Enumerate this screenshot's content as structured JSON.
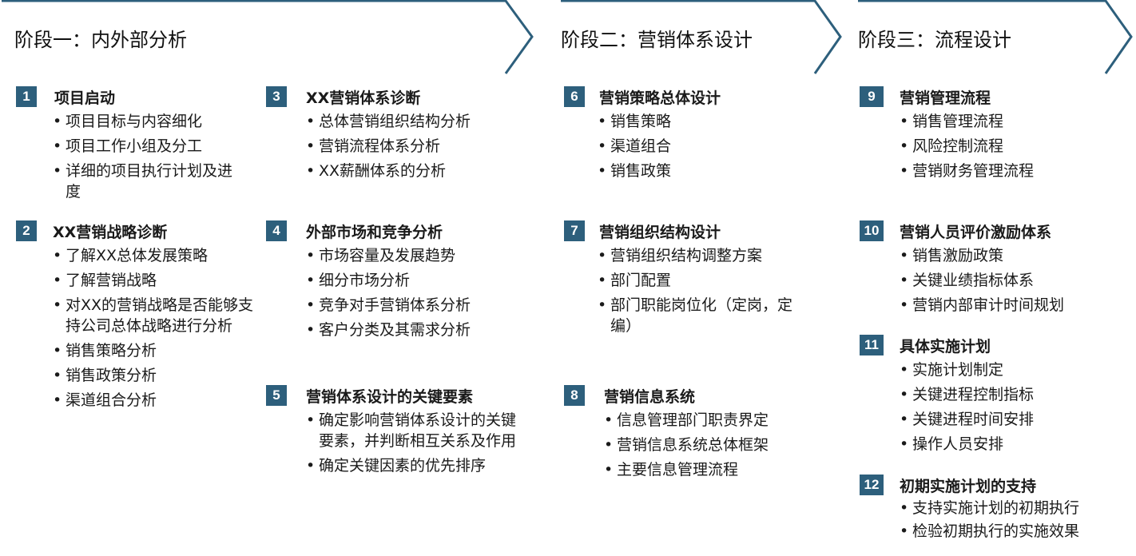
{
  "phases": [
    {
      "title": "阶段一：内外部分析"
    },
    {
      "title": "阶段二：营销体系设计"
    },
    {
      "title": "阶段三：流程设计"
    }
  ],
  "steps": [
    {
      "num": "1",
      "title": "项目启动",
      "items": [
        "项目目标与内容细化",
        "项目工作小组及分工",
        "详细的项目执行计划及进度"
      ]
    },
    {
      "num": "2",
      "title": "XX营销战略诊断",
      "items": [
        "了解XX总体发展策略",
        "了解营销战略",
        "对XX的营销战略是否能够支持公司总体战略进行分析",
        "销售策略分析",
        "销售政策分析",
        "渠道组合分析"
      ]
    },
    {
      "num": "3",
      "title": "XX营销体系诊断",
      "items": [
        "总体营销组织结构分析",
        "营销流程体系分析",
        "XX薪酬体系的分析"
      ]
    },
    {
      "num": "4",
      "title": "外部市场和竞争分析",
      "items": [
        "市场容量及发展趋势",
        "细分市场分析",
        "竞争对手营销体系分析",
        "客户分类及其需求分析"
      ]
    },
    {
      "num": "5",
      "title": "营销体系设计的关键要素",
      "items": [
        "确定影响营销体系设计的关键要素，并判断相互关系及作用",
        "确定关键因素的优先排序"
      ]
    },
    {
      "num": "6",
      "title": "营销策略总体设计",
      "items": [
        "销售策略",
        "渠道组合",
        "销售政策"
      ]
    },
    {
      "num": "7",
      "title": "营销组织结构设计",
      "items": [
        "营销组织结构调整方案",
        "部门配置",
        "部门职能岗位化（定岗，定编）"
      ]
    },
    {
      "num": "8",
      "title": "营销信息系统",
      "items": [
        "信息管理部门职责界定",
        "营销信息系统总体框架",
        "主要信息管理流程"
      ]
    },
    {
      "num": "9",
      "title": "营销管理流程",
      "items": [
        "销售管理流程",
        "风险控制流程",
        "营销财务管理流程"
      ]
    },
    {
      "num": "10",
      "title": "营销人员评价激励体系",
      "items": [
        "销售激励政策",
        "关键业绩指标体系",
        "营销内部审计时间规划"
      ]
    },
    {
      "num": "11",
      "title": "具体实施计划",
      "items": [
        "实施计划制定",
        "关键进程控制指标",
        "关键进程时间安排",
        "操作人员安排"
      ]
    },
    {
      "num": "12",
      "title": "初期实施计划的支持",
      "items": [
        "支持实施计划的初期执行",
        "检验初期执行的实施效果"
      ]
    }
  ],
  "colors": {
    "accent": "#2d5f7c"
  }
}
